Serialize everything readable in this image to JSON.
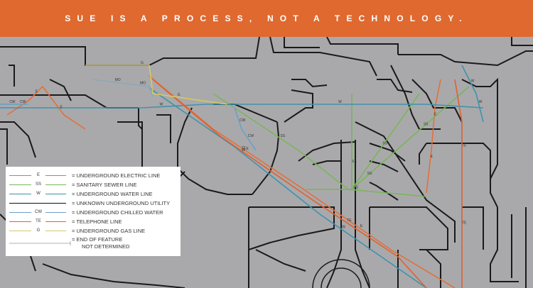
{
  "banner": {
    "title": "SUE IS A PROCESS, NOT A TECHNOLOGY.",
    "color": "#e0692f"
  },
  "map": {
    "background": "#a9a9ab"
  },
  "utilities": {
    "electric": {
      "code": "E",
      "color": "#e3703a"
    },
    "sewer": {
      "code": "SS",
      "color": "#79b659"
    },
    "water": {
      "code": "W",
      "color": "#3f92ad"
    },
    "unknown": {
      "code": "",
      "color": "#111111"
    },
    "chilled": {
      "code": "CW",
      "color": "#6b9fc8"
    },
    "telephone": {
      "code": "TE",
      "color": "#e1602f"
    },
    "gas": {
      "code": "G",
      "color": "#d7c864"
    },
    "mixed": {
      "code": "MO",
      "color": "#8aa9b8"
    }
  },
  "legend": {
    "items": [
      {
        "code": "E",
        "color": "#e3703a",
        "label": "= UNDERGROUND ELECTRIC LINE"
      },
      {
        "code": "SS",
        "color": "#79b659",
        "label": "= SANITARY SEWER LINE"
      },
      {
        "code": "W",
        "color": "#3f92ad",
        "label": "= UNDERGROUND WATER LINE"
      },
      {
        "code": "",
        "color": "#111111",
        "label": "= UNKNOWN UNDERGROUND UTILITY"
      },
      {
        "code": "CW",
        "color": "#6b9fc8",
        "label": "= UNDERGROUND CHILLED WATER"
      },
      {
        "code": "TE",
        "color": "#e1602f",
        "label": "= TELEPHONE LINE"
      },
      {
        "code": "G",
        "color": "#d7c864",
        "label": "= UNDERGROUND GAS LINE"
      }
    ],
    "end_of_feature": {
      "line1": "= END OF FEATURE",
      "line2": "NOT DETERMINED"
    }
  }
}
